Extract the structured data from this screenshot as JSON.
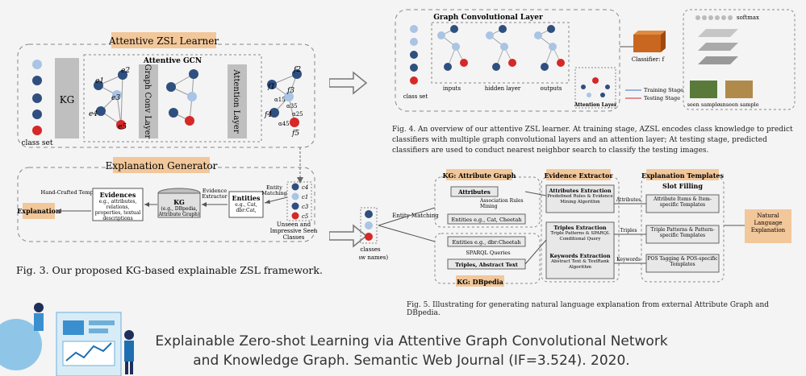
{
  "fig3": {
    "title": "Attentive ZSL Learner",
    "gcn_title": "Attentive GCN",
    "kg_label": "KG",
    "graph_conv_label": "Graph Conv Layer",
    "attention_label": "Attention Layer",
    "class_set_label": "class set",
    "node_e": [
      "e1",
      "e2",
      "e3",
      "e4",
      "e5"
    ],
    "node_f": [
      "f1",
      "f2",
      "f3",
      "f4",
      "f5"
    ],
    "alphas": [
      "α35",
      "α15",
      "α25",
      "α45"
    ],
    "expl_gen_title": "Explanation Generator",
    "explanation": "Explanation",
    "hand_crafted": "Hand-Crafted Templates",
    "evidences_title": "Evidences",
    "evidences_sub": "e.g., attributes, relations, properties, textual descriptions",
    "kg_db_title": "KG",
    "kg_db_sub": "(e.g., DBpedia, Attribute Graph)",
    "evidence_extractor": "Evidence Extractor",
    "entities_title": "Entities",
    "entities_sub": "e.g., Cat, dbr:Cat,",
    "entity_matching": "Entity Matching",
    "unseen_seen": "Unseen and Impressive Seen Classes",
    "c_labels": [
      "c4",
      "c1",
      "c3",
      "c5"
    ],
    "caption": "Fig. 3.  Our proposed KG-based explainable ZSL framework."
  },
  "fig4": {
    "gcl_title": "Graph Convolutional Layer",
    "class_set": "class set",
    "inputs": "inputs",
    "hidden": "hidden layer",
    "outputs": "outputs",
    "classifier": "Classifier: f",
    "attention_layer": "Attention Layer",
    "training": "Training Stage",
    "testing": "Testing Stage",
    "softmax": "softmax",
    "seen_sample": "seen sample",
    "unseen_sample": "unseen sample",
    "caption": "Fig. 4.  An overview of our attentive ZSL learner. At training stage, AZSL encodes class knowledge to predict classifiers with multiple graph convolutional layers and an attention layer; At testing stage, predicted classifiers are used to conduct nearest neighbor search to classify the testing images."
  },
  "fig5": {
    "kg_attr_graph": "KG: Attribute Graph",
    "attributes": "Attributes",
    "assoc_rules": "Association Rules Mining",
    "entities_cat": "Entities e.g., Cat, Cheetah",
    "entities_dbr": "Entities e.g., dbr:Cheetah",
    "sparql": "SPARQL Queries",
    "triples_abs": "Triples, Abstract Text",
    "kg_dbpedia": "KG: DBpedia",
    "classes": "classes",
    "raw_names": "(raw names)",
    "entity_matching": "Entity Matching",
    "evidence_extractor": "Evidence Extractor",
    "attr_ext_title": "Attributes Extraction",
    "attr_ext_sub": "Predefined Rules & Evidence Mining Algorithm",
    "triples_ext_title": "Triples Extraction",
    "triples_ext_sub": "Triple Patterns & SPARQL Conditional Query",
    "kw_ext_title": "Keywords Extraction",
    "kw_ext_sub": "Abstract Text & TextRank Algorithm",
    "expl_templates": "Explanation Templates",
    "slot_filling": "Slot Filling",
    "t1": "Attribute Items & Item-specific Templates",
    "t2": "Triple Patterns & Pattern-specific Templates",
    "t3": "POS Tagging & POS-specific Templates",
    "lbl_attributes": "Attributes",
    "lbl_triples": "Triples",
    "lbl_keywords": "Keywords",
    "nle": "Natural Language Explanation",
    "caption": "Fig. 5.  Illustrating for generating natural language explanation from external Attribute Graph and DBpedia."
  },
  "footer": {
    "line1": "Explainable Zero-shot Learning via Attentive Graph Convolutional Network",
    "line2": "and Knowledge Graph. Semantic Web Journal (IF=3.524). 2020."
  },
  "colors": {
    "orange": "#f2c79a",
    "gray": "#bfbfbf",
    "navy": "#2f4f7f",
    "light_blue": "#a9c4e4",
    "red": "#d62828"
  }
}
